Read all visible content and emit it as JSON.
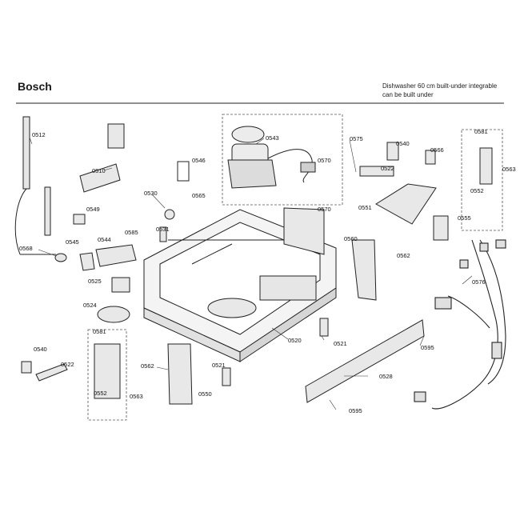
{
  "header": {
    "brand": "Bosch",
    "description_line1": "Dishwasher 60 cm built-under integrable",
    "description_line2": "can be built under"
  },
  "part_labels": [
    {
      "id": "p0512a",
      "text": "0512"
    },
    {
      "id": "p0510",
      "text": "0510"
    },
    {
      "id": "p0543",
      "text": "0543"
    },
    {
      "id": "p0570a",
      "text": "0570"
    },
    {
      "id": "p0575",
      "text": "0575"
    },
    {
      "id": "p0540a",
      "text": "0540"
    },
    {
      "id": "p0566",
      "text": "0566"
    },
    {
      "id": "p0581a",
      "text": "0581"
    },
    {
      "id": "p0563a",
      "text": "0563"
    },
    {
      "id": "p0546",
      "text": "0546"
    },
    {
      "id": "p0522a",
      "text": "0522"
    },
    {
      "id": "p0552a",
      "text": "0552"
    },
    {
      "id": "p0530",
      "text": "0530"
    },
    {
      "id": "p0565",
      "text": "0565"
    },
    {
      "id": "p0551",
      "text": "0551"
    },
    {
      "id": "p0549",
      "text": "0549"
    },
    {
      "id": "p0570b",
      "text": "0570"
    },
    {
      "id": "p0555",
      "text": "0555"
    },
    {
      "id": "p0531",
      "text": "0531"
    },
    {
      "id": "p0585",
      "text": "0585"
    },
    {
      "id": "p0545",
      "text": "0545"
    },
    {
      "id": "p0544",
      "text": "0544"
    },
    {
      "id": "p0560",
      "text": "0560"
    },
    {
      "id": "p0562a",
      "text": "0562"
    },
    {
      "id": "p0568",
      "text": "0568"
    },
    {
      "id": "p0576",
      "text": "0576"
    },
    {
      "id": "p0525",
      "text": "0525"
    },
    {
      "id": "p0524",
      "text": "0524"
    },
    {
      "id": "p0521a",
      "text": "0521"
    },
    {
      "id": "p0520",
      "text": "0520"
    },
    {
      "id": "p0581b",
      "text": "0581"
    },
    {
      "id": "p0540b",
      "text": "0540"
    },
    {
      "id": "p0595a",
      "text": "0595"
    },
    {
      "id": "p0522b",
      "text": "0522"
    },
    {
      "id": "p0562b",
      "text": "0562"
    },
    {
      "id": "p0521b",
      "text": "0521"
    },
    {
      "id": "p0528",
      "text": "0528"
    },
    {
      "id": "p0552b",
      "text": "0552"
    },
    {
      "id": "p0563b",
      "text": "0563"
    },
    {
      "id": "p0550",
      "text": "0550"
    },
    {
      "id": "p0595b",
      "text": "0595"
    }
  ],
  "colors": {
    "line": "#222222",
    "dash": "#555555",
    "part_fill": "#f2f2f2",
    "dark_fill": "#3a3a3a"
  }
}
